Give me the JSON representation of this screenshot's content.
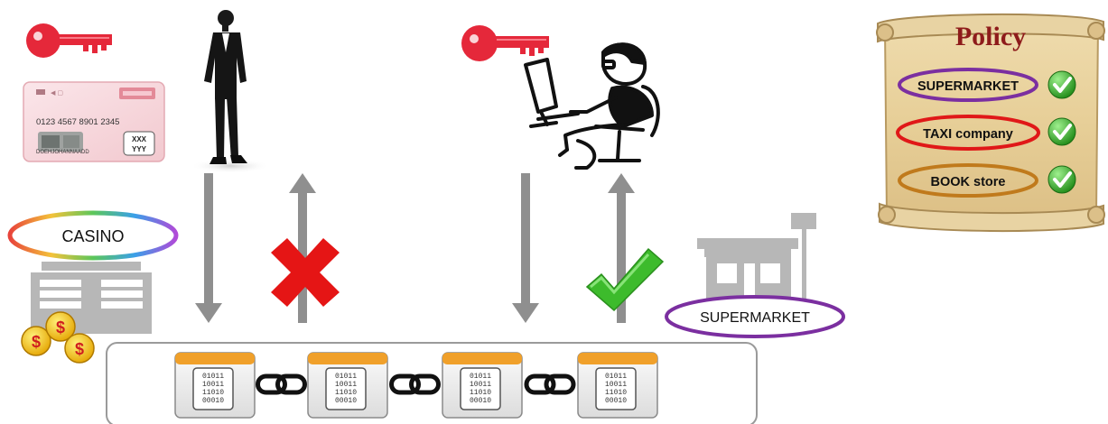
{
  "card": {
    "number": "0123 4567 8901 2345",
    "holder": "DOEHJOHANNAADD",
    "code_top": "XXX",
    "code_bottom": "YYY"
  },
  "casino": {
    "label": "CASINO"
  },
  "supermarket": {
    "label": "SUPERMARKET"
  },
  "policy": {
    "title": "Policy",
    "items": [
      {
        "label": "SUPERMARKET",
        "ring_color": "#7b2fa0"
      },
      {
        "label": "TAXI company",
        "ring_color": "#e01818"
      },
      {
        "label": "BOOK store",
        "ring_color": "#c07a1c"
      }
    ]
  },
  "chain": {
    "block_bits": [
      "01011",
      "10011",
      "11010",
      "00010"
    ]
  },
  "colors": {
    "key": "#e5283a",
    "arrow": "#8f8f8f",
    "cross": "#e51515",
    "check": "#3dbb2c",
    "policy_title": "#8e1b1b",
    "block_header": "#f0a02a"
  }
}
